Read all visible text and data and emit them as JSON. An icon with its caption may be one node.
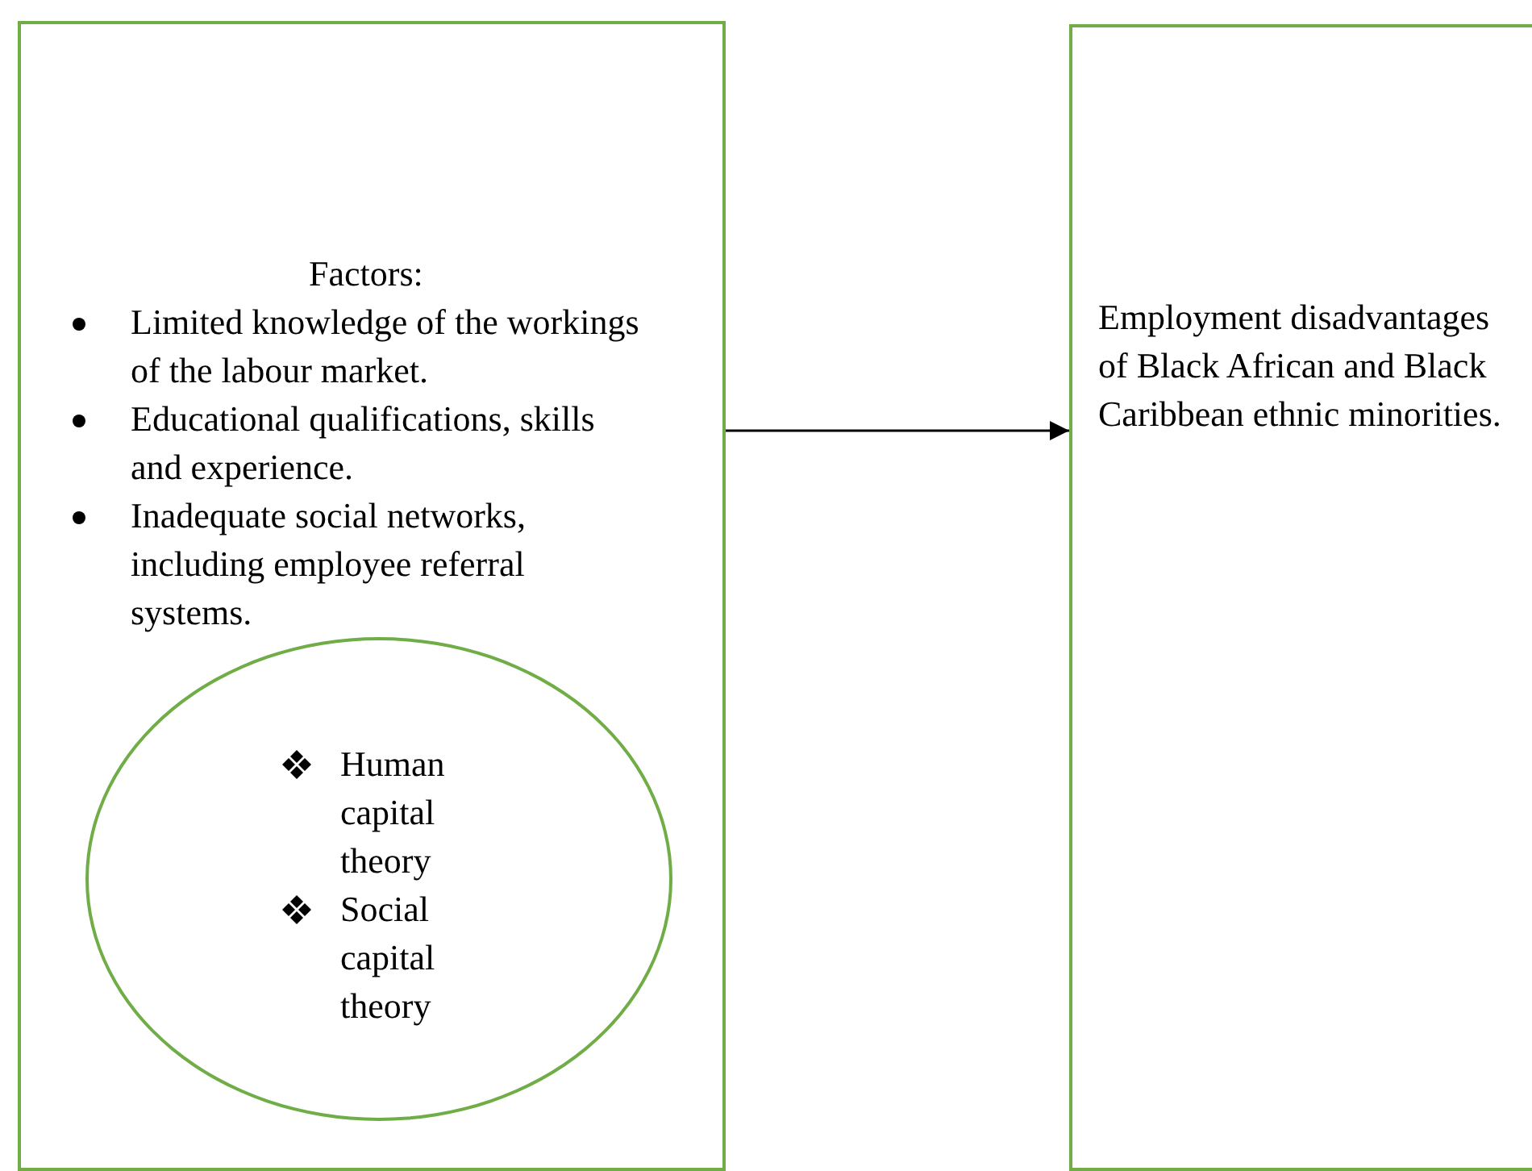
{
  "diagram": {
    "nodes": [
      {
        "text": [
          "Factors:",
          "Limited knowledge of the workings of the labour market.",
          "Educational qualifications, skills and experience.",
          "Inadequate social networks, including employee referral systems."
        ]
      },
      {
        "text": [
          "Human capital theory",
          "Social capital theory"
        ],
        "in": 0
      },
      {
        "text": [
          "Employment disadvantages of Black African and Black Caribbean ethnic minorities."
        ]
      }
    ],
    "edges": [
      {
        "from": 0,
        "to": 2,
        "arrow": "to"
      }
    ]
  }
}
